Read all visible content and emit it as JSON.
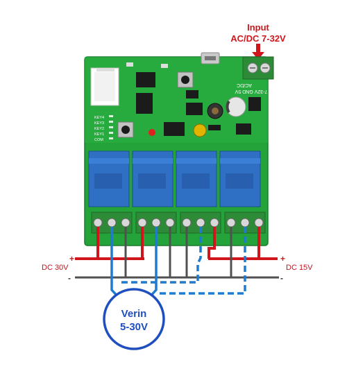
{
  "input": {
    "label": "Input",
    "spec": "AC/DC 7-32V"
  },
  "left_supply": {
    "label": "DC 30V",
    "plus": "+",
    "minus": "-"
  },
  "right_supply": {
    "label": "DC 15V",
    "plus": "+",
    "minus": "-"
  },
  "actuator": {
    "name": "Verin",
    "range": "5-30V"
  },
  "board": {
    "terminal_labels": {
      "v": "7-32V",
      "gnd": "GND",
      "v5": "5V",
      "acdc": "AC/DC"
    },
    "key_labels": [
      "KEY4",
      "KEY3",
      "KEY2",
      "KEY1",
      "COM"
    ],
    "relay_count": 4
  },
  "colors": {
    "pcb": "#23a33a",
    "relay": "#2f6fc4",
    "positive_wire": "#d0161c",
    "negative_wire": "#505050",
    "actuator_wire": "#1f7ad1",
    "actuator_ring": "#1f4fbf",
    "input_text": "#d0161c"
  }
}
